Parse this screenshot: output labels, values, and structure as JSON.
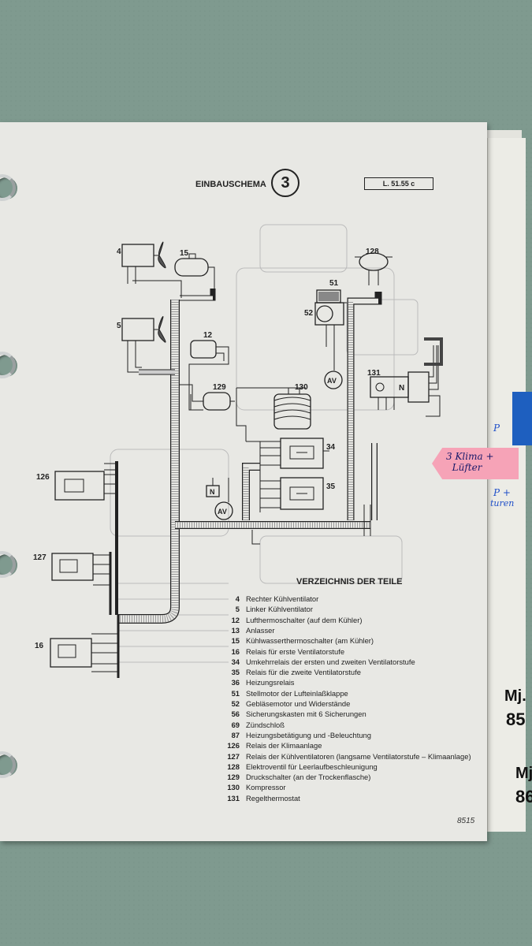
{
  "header": {
    "title": "EINBAUSCHEMA",
    "number": "3",
    "reference": "L. 51.55 c"
  },
  "parts_list": {
    "title": "VERZEICHNIS DER TEILE",
    "items": [
      {
        "n": "4",
        "label": "Rechter Kühlventilator"
      },
      {
        "n": "5",
        "label": "Linker Kühlventilator"
      },
      {
        "n": "12",
        "label": "Lufthermoschalter (auf dem Kühler)"
      },
      {
        "n": "13",
        "label": "Anlasser"
      },
      {
        "n": "15",
        "label": "Kühlwasserthermoschalter (am Kühler)"
      },
      {
        "n": "16",
        "label": "Relais für erste Ventilatorstufe"
      },
      {
        "n": "34",
        "label": "Umkehrrelais der ersten und zweiten Ventilatorstufe"
      },
      {
        "n": "35",
        "label": "Relais für die zweite Ventilatorstufe"
      },
      {
        "n": "36",
        "label": "Heizungsrelais"
      },
      {
        "n": "51",
        "label": "Stellmotor der Lufteinlaßklappe"
      },
      {
        "n": "52",
        "label": "Gebläsemotor und Widerstände"
      },
      {
        "n": "56",
        "label": "Sicherungskasten mit 6 Sicherungen"
      },
      {
        "n": "69",
        "label": "Zündschloß"
      },
      {
        "n": "87",
        "label": "Heizungsbetätigung und -Beleuchtung"
      },
      {
        "n": "126",
        "label": "Relais der Klimaanlage"
      },
      {
        "n": "127",
        "label": "Relais der Kühlventilatoren (langsame Ventilatorstufe – Klimaanlage)"
      },
      {
        "n": "128",
        "label": "Elektroventil für Leerlaufbeschleunigung"
      },
      {
        "n": "129",
        "label": "Druckschalter (an der Trockenflasche)"
      },
      {
        "n": "130",
        "label": "Kompressor"
      },
      {
        "n": "131",
        "label": "Regelthermostat"
      }
    ]
  },
  "page_number": "8515",
  "component_labels": {
    "c4": "4",
    "c5": "5",
    "c15": "15",
    "c12": "12",
    "c129": "129",
    "c130": "130",
    "c128": "128",
    "c51": "51",
    "c52": "52",
    "c131": "131",
    "c34": "34",
    "c35": "35",
    "c126": "126",
    "c127": "127",
    "c16": "16",
    "av1": "AV",
    "av2": "AV",
    "n1": "N",
    "n2": "N"
  },
  "tabs": {
    "mj85_a": "Mj.",
    "mj85_b": "85",
    "mj86_a": "Mj",
    "mj86_b": "86"
  },
  "sticky_note": {
    "text": "3 Klima +\n  Lüfter"
  },
  "handwritten": {
    "note1": "P",
    "note2": "P +",
    "note3": "turen"
  },
  "colors": {
    "paper": "#e8e8e4",
    "background": "#7f9a8f",
    "sticky": "#f6a3b7",
    "blue_tab": "#1e5fbf",
    "ink": "#222222"
  }
}
